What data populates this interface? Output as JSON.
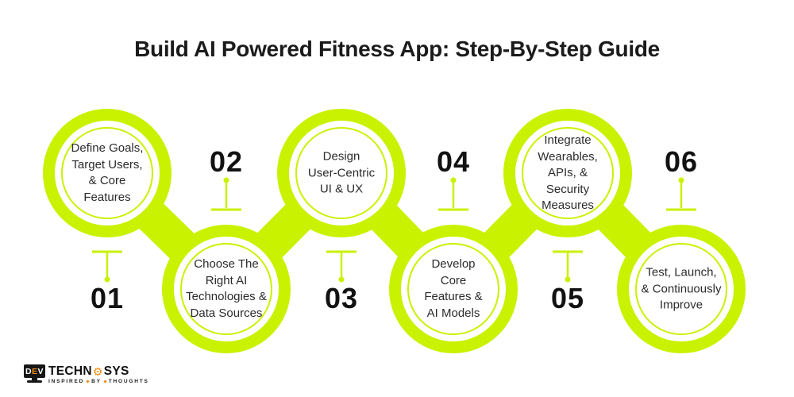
{
  "title": "Build AI Powered Fitness App: Step-By-Step Guide",
  "colors": {
    "accent": "#C8F200",
    "title": "#1B1B1B",
    "number": "#121212",
    "circle_text": "#2B2B2B",
    "logo_orange": "#F28C13",
    "logo_dark": "#161616",
    "background": "#FFFFFF"
  },
  "steps": [
    {
      "number": "01",
      "position": "top",
      "label": "Define Goals,\nTarget Users,\n& Core\nFeatures"
    },
    {
      "number": "02",
      "position": "bottom",
      "label": "Choose The\nRight AI\nTechnologies &\nData Sources"
    },
    {
      "number": "03",
      "position": "top",
      "label": "Design\nUser-Centric\nUI & UX"
    },
    {
      "number": "04",
      "position": "bottom",
      "label": "Develop\nCore\nFeatures &\nAI Models"
    },
    {
      "number": "05",
      "position": "top",
      "label": "Integrate\nWearables,\nAPIs, &\nSecurity\nMeasures"
    },
    {
      "number": "06",
      "position": "bottom",
      "label": "Test, Launch,\n& Continuously\nImprove"
    }
  ],
  "logo": {
    "monitor_d": "D",
    "monitor_e": "E",
    "monitor_v": "V",
    "brand_first": "TECHN",
    "brand_last": "SYS",
    "gear_icon": "gear-icon",
    "tagline_words": [
      "INSPIRED",
      "BY",
      "THOUGHTS"
    ]
  }
}
